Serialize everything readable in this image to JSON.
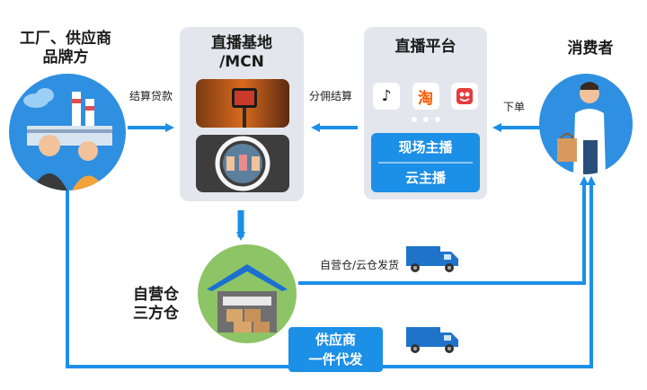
{
  "nodes": {
    "factory": {
      "title_line1": "工厂、供应商",
      "title_line2": "品牌方"
    },
    "base": {
      "title_line1": "直播基地",
      "title_line2": "/MCN"
    },
    "platform": {
      "title": "直播平台",
      "tag_live": "现场主播",
      "tag_cloud": "云主播",
      "app_icons": [
        "tiktok-icon",
        "taobao-icon",
        "kuaishou-icon"
      ],
      "app_icon_text": {
        "taobao": "淘"
      }
    },
    "consumer": {
      "title": "消费者"
    },
    "warehouse": {
      "title_line1": "自营仓",
      "title_line2": "三方仓"
    }
  },
  "edges": {
    "factory_to_base": "结算贷款",
    "platform_to_base": "分佣结算",
    "consumer_to_platform": "下单",
    "warehouse_to_consumer": "自营仓/云仓发货",
    "supplier_dropship_line1": "供应商",
    "supplier_dropship_line2": "一件代发"
  },
  "colors": {
    "accent_blue": "#1c8fe6",
    "panel_gray": "#e3e6ec",
    "circle_blue": "#2f8fe0",
    "circle_green": "#8cc466",
    "truck_blue": "#1f74c9"
  }
}
